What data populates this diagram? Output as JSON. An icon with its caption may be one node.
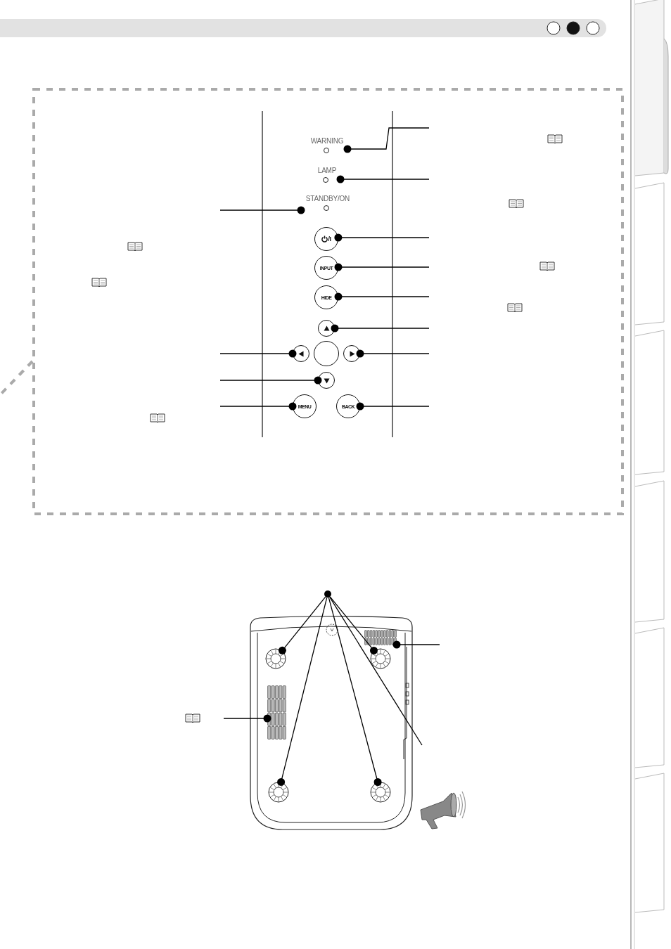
{
  "diagram": {
    "nodes": [
      {
        "text": [
          "WARNING"
        ]
      },
      {
        "text": [
          "LAMP"
        ]
      },
      {
        "text": [
          "STANDBY/ON"
        ]
      },
      {
        "text": [
          "/I"
        ]
      },
      {
        "text": [
          "INPUT"
        ]
      },
      {
        "text": [
          "HIDE"
        ]
      },
      {
        "text": [],
        "shape": "circle"
      },
      {
        "text": [],
        "shape": "circle"
      },
      {
        "text": [],
        "shape": "circle"
      },
      {
        "text": [],
        "shape": "circle"
      },
      {
        "text": [],
        "shape": "circle"
      },
      {
        "text": [
          "MENU"
        ]
      },
      {
        "text": [
          "BACK"
        ]
      },
      {
        "text": [],
        "shape": "circle"
      },
      {
        "text": [],
        "shape": "box"
      },
      {
        "text": [],
        "shape": "circle"
      },
      {
        "text": [],
        "shape": "circle"
      },
      {
        "text": [],
        "shape": "box"
      },
      {
        "text": [],
        "shape": "circle"
      },
      {
        "text": [],
        "shape": "circle"
      }
    ],
    "edges": [
      {
        "from": null,
        "to": 0,
        "arrow": "other"
      },
      {
        "from": null,
        "to": 1,
        "arrow": "other"
      },
      {
        "from": null,
        "to": 2,
        "arrow": "other"
      },
      {
        "from": null,
        "to": 3,
        "arrow": "other"
      },
      {
        "from": null,
        "to": 4,
        "arrow": "other"
      },
      {
        "from": null,
        "to": 5,
        "arrow": "other"
      },
      {
        "from": null,
        "to": 6,
        "arrow": "other"
      },
      {
        "from": null,
        "to": 7,
        "arrow": "other"
      },
      {
        "from": null,
        "to": 9,
        "arrow": "other"
      },
      {
        "from": null,
        "to": 10,
        "arrow": "other"
      },
      {
        "from": null,
        "to": 11,
        "arrow": "other"
      },
      {
        "from": null,
        "to": 12,
        "arrow": "other"
      },
      {
        "from": 13,
        "to": 15,
        "arrow": "other"
      },
      {
        "from": 13,
        "to": 16,
        "arrow": "other"
      },
      {
        "from": 13,
        "to": 18,
        "arrow": "other"
      },
      {
        "from": 13,
        "to": 19,
        "arrow": "other"
      },
      {
        "from": 13,
        "to": null,
        "arrow": "none"
      },
      {
        "from": null,
        "to": 14,
        "arrow": "other"
      },
      {
        "from": null,
        "to": 17,
        "arrow": "other"
      }
    ]
  }
}
